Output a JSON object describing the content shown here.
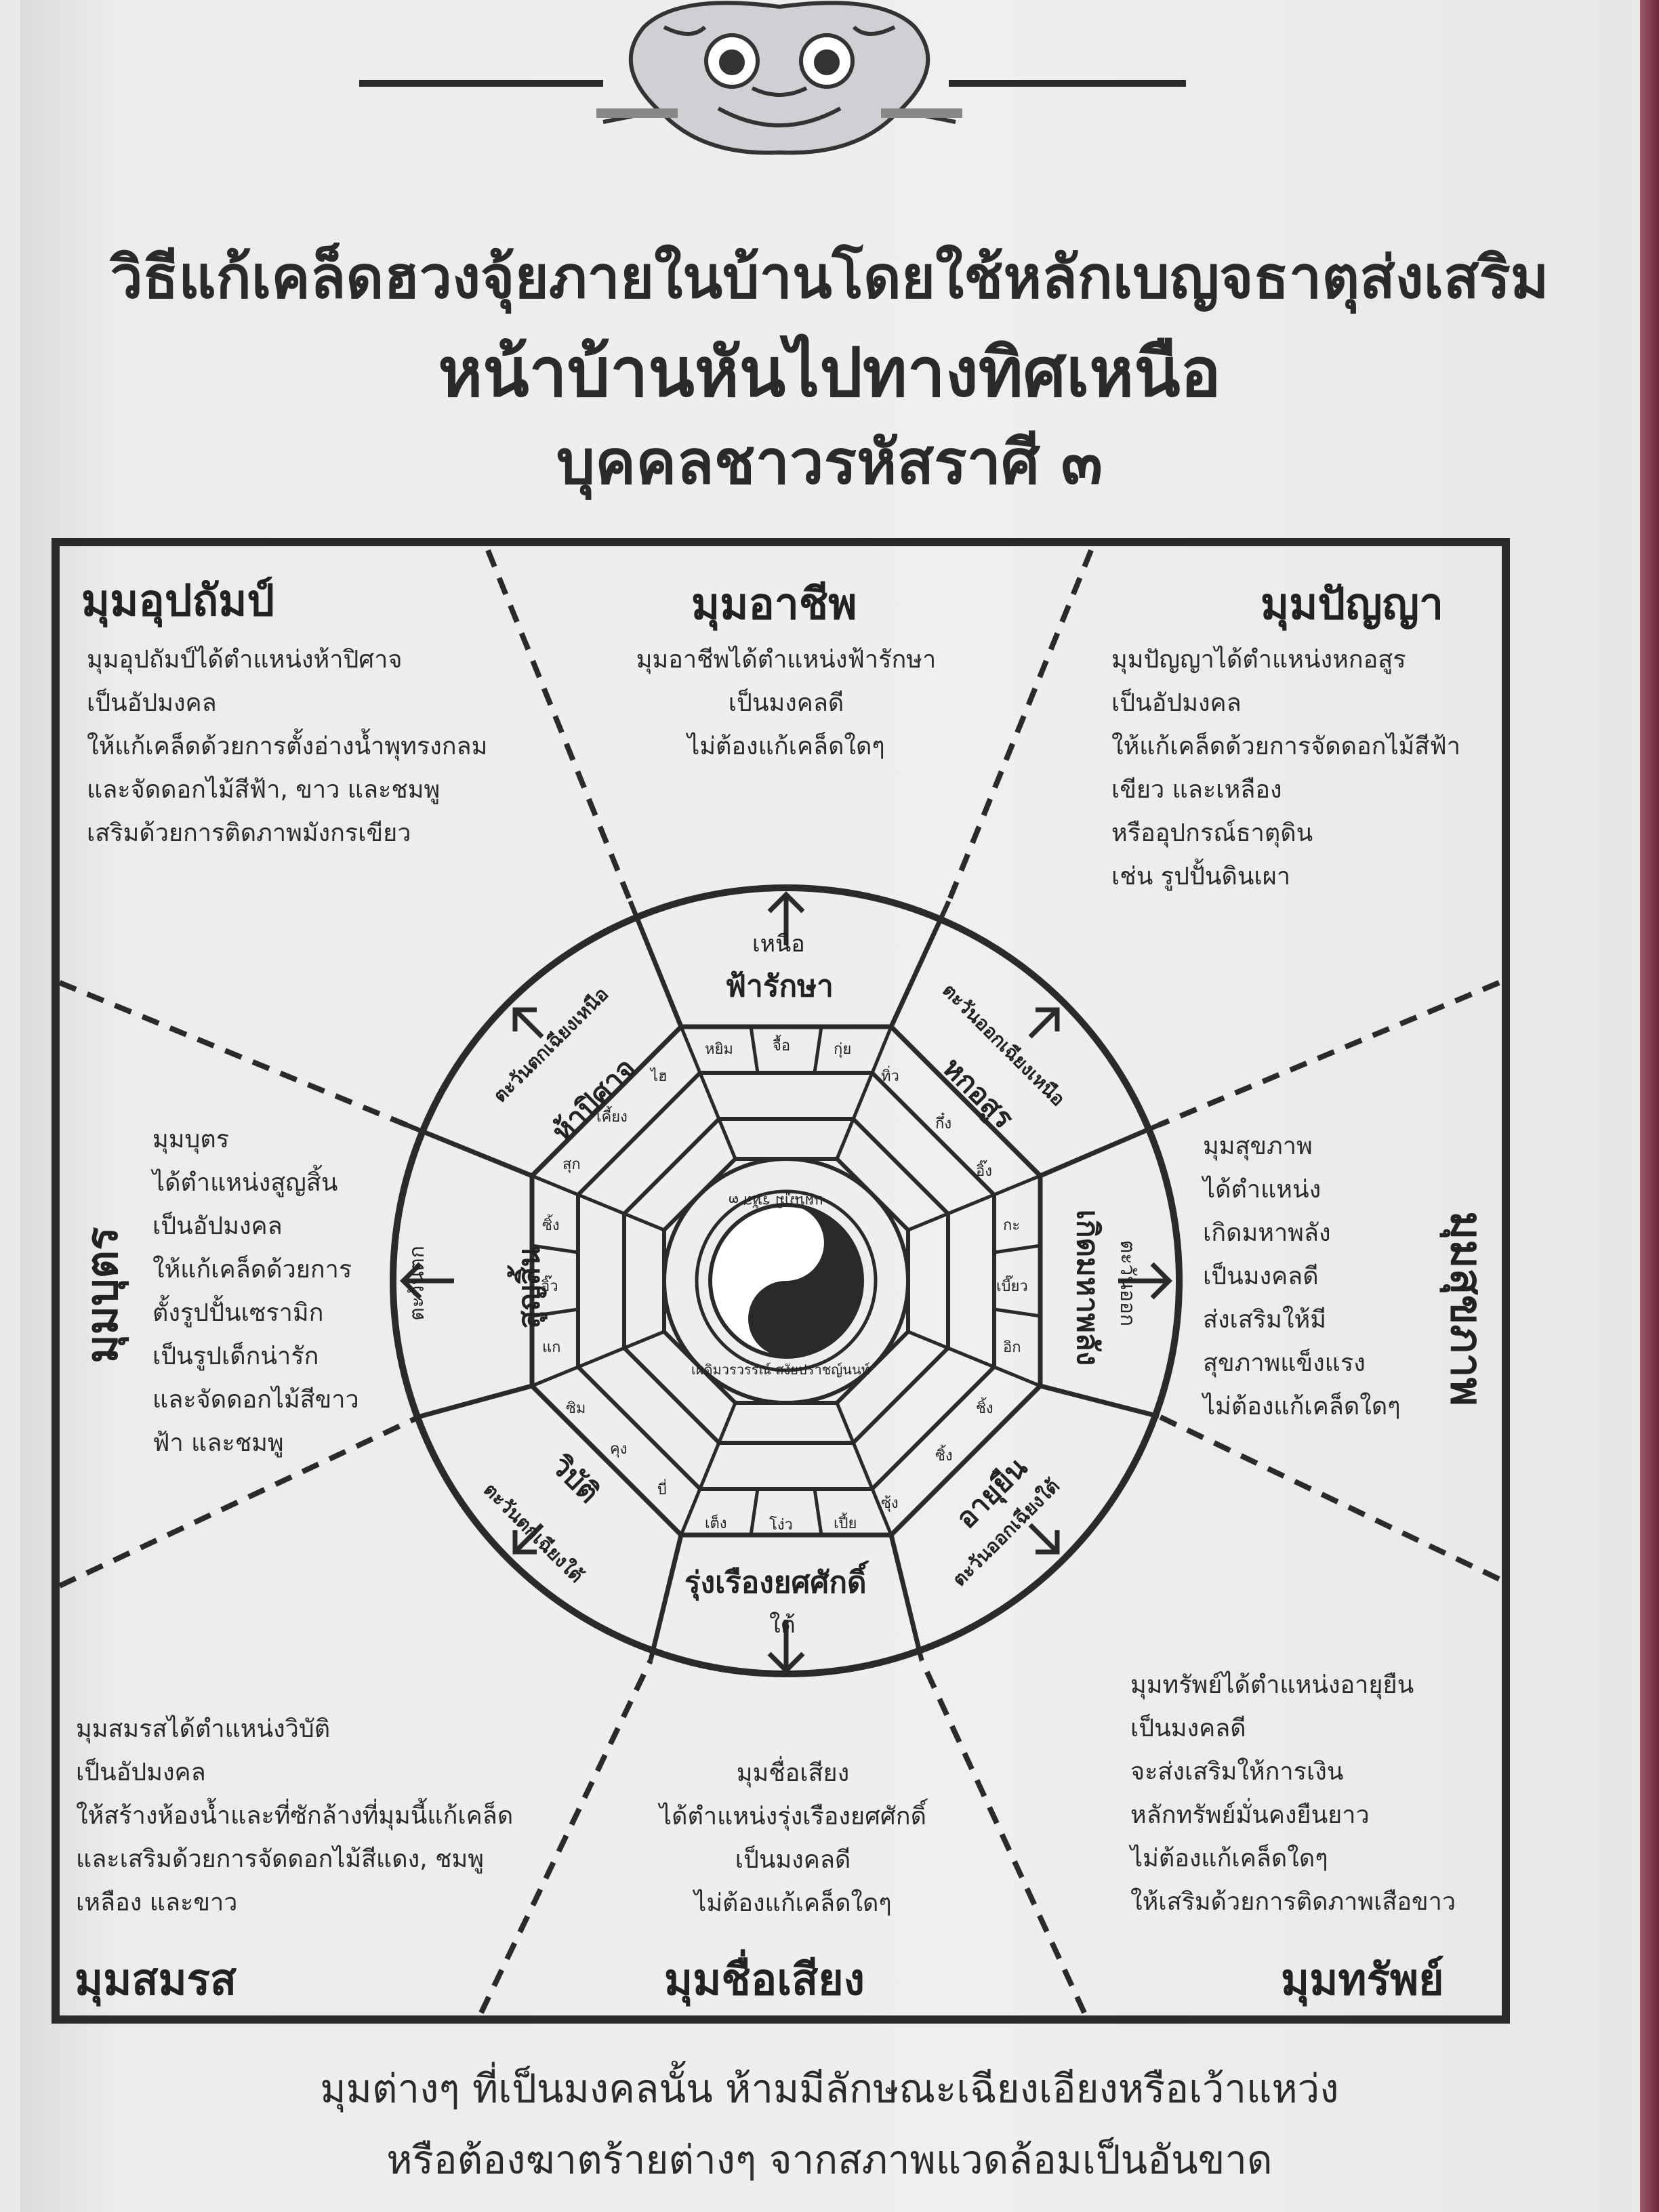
{
  "title": {
    "line1": "วิธีแก้เคล็ดฮวงจุ้ยภายในบ้านโดยใช้หลักเบญจธาตุส่งเสริม",
    "line2": "หน้าบ้านหันไปทางทิศเหนือ",
    "line3": "บุคคลชาวรหัสราศี ๓"
  },
  "corners": {
    "nw": {
      "name": "มุมอุปถัมป์",
      "lines": [
        "มุมอุปถัมป์ได้ตำแหน่งห้าปิศาจ",
        "เป็นอัปมงคล",
        "ให้แก้เคล็ดด้วยการตั้งอ่างน้ำพุทรงกลม",
        "และจัดดอกไม้สีฟ้า, ขาว และชมพู",
        "เสริมด้วยการติดภาพมังกรเขียว"
      ]
    },
    "n": {
      "name": "มุมอาชีพ",
      "lines": [
        "มุมอาชีพได้ตำแหน่งฟ้ารักษา",
        "เป็นมงคลดี",
        "ไม่ต้องแก้เคล็ดใดๆ"
      ]
    },
    "ne": {
      "name": "มุมปัญญา",
      "lines": [
        "มุมปัญญาได้ตำแหน่งหกอสูร",
        "เป็นอัปมงคล",
        "ให้แก้เคล็ดด้วยการจัดดอกไม้สีฟ้า",
        "เขียว และเหลือง",
        "หรืออุปกรณ์ธาตุดิน",
        "เช่น รูปปั้นดินเผา"
      ]
    },
    "w": {
      "name": "มุมบุตร",
      "lines": [
        "มุมบุตร",
        "ได้ตำแหน่งสูญสิ้น",
        "เป็นอัปมงคล",
        "ให้แก้เคล็ดด้วยการ",
        "ตั้งรูปปั้นเซรามิก",
        "เป็นรูปเด็กน่ารัก",
        "และจัดดอกไม้สีขาว",
        "ฟ้า และชมพู"
      ]
    },
    "e": {
      "name": "มุมสุขภาพ",
      "lines": [
        "มุมสุขภาพ",
        "ได้ตำแหน่ง",
        "เกิดมหาพลัง",
        "เป็นมงคลดี",
        "ส่งเสริมให้มี",
        "สุขภาพแข็งแรง",
        "ไม่ต้องแก้เคล็ดใดๆ"
      ]
    },
    "sw": {
      "name": "มุมสมรส",
      "lines": [
        "มุมสมรสได้ตำแหน่งวิบัติ",
        "เป็นอัปมงคล",
        "ให้สร้างห้องน้ำและที่ซักล้างที่มุมนี้แก้เคล็ด",
        "และเสริมด้วยการจัดดอกไม้สีแดง, ชมพู",
        "เหลือง และขาว"
      ]
    },
    "s": {
      "name": "มุมชื่อเสียง",
      "lines": [
        "มุมชื่อเสียง",
        "ได้ตำแหน่งรุ่งเรืองยศศักดิ์",
        "เป็นมงคลดี",
        "ไม่ต้องแก้เคล็ดใดๆ"
      ]
    },
    "se": {
      "name": "มุมทรัพย์",
      "lines": [
        "มุมทรัพย์ได้ตำแหน่งอายุยืน",
        "เป็นมงคลดี",
        "จะส่งเสริมให้การเงิน",
        "หลักทรัพย์มั่นคงยืนยาว",
        "ไม่ต้องแก้เคล็ดใดๆ",
        "ให้เสริมด้วยการติดภาพเสือขาว"
      ]
    }
  },
  "compass": {
    "north": "เหนือ",
    "south": "ใต้",
    "east": "ตะวันออก",
    "west": "ตะวันตก",
    "northeast": "ตะวันออกเฉียงเหนือ",
    "northwest": "ตะวันตกเฉียงเหนือ",
    "southeast": "ตะวันออกเฉียงใต้",
    "southwest": "ตะวันตกเฉียงใต้"
  },
  "positions": {
    "n": "ฟ้ารักษา",
    "ne": "หกอสูร",
    "e": "เกิดมหาพลัง",
    "se": "อายุยืน",
    "s": "รุ่งเรืองยศศักดิ์",
    "sw": "วิบัติ",
    "w": "สูญสิ้น",
    "nw": "ห้าปิศาจ"
  },
  "sector_chars": {
    "n": [
      "หยิม",
      "จื้อ",
      "กุ่ย"
    ],
    "ne": [
      "ทิ่ว",
      "กึ๋ง",
      "อิ๊ง"
    ],
    "e": [
      "กะ",
      "เบี๊ยว",
      "อิก"
    ],
    "se": [
      "ชิ้ง",
      "ซิ้ง",
      "ซุ้ง"
    ],
    "s": [
      "เปี้ย",
      "โง่ว",
      "เต็ง"
    ],
    "sw": [
      "บี่",
      "คุง",
      "ซิม"
    ],
    "w": [
      "แก",
      "อิ๊ว",
      "ซิ้ง"
    ],
    "nw": [
      "สุก",
      "เคี้ยง",
      "ไฮ"
    ]
  },
  "center_ring": {
    "top": "แผนภูมิ รหัส ๓",
    "bottom": "เผดิมวรวรรณ์ สงัยปราชญ์นนท์"
  },
  "footer": {
    "line1": "มุมต่างๆ ที่เป็นมงคลนั้น ห้ามมีลักษณะเฉียงเอียงหรือเว้าแหว่ง",
    "line2": "หรือต้องฆาตร้ายต่างๆ จากสภาพแวดล้อมเป็นอันขาด"
  },
  "colors": {
    "ink": "#2a2a2a",
    "paper": "#efeff1",
    "spine": "#6b2638"
  }
}
